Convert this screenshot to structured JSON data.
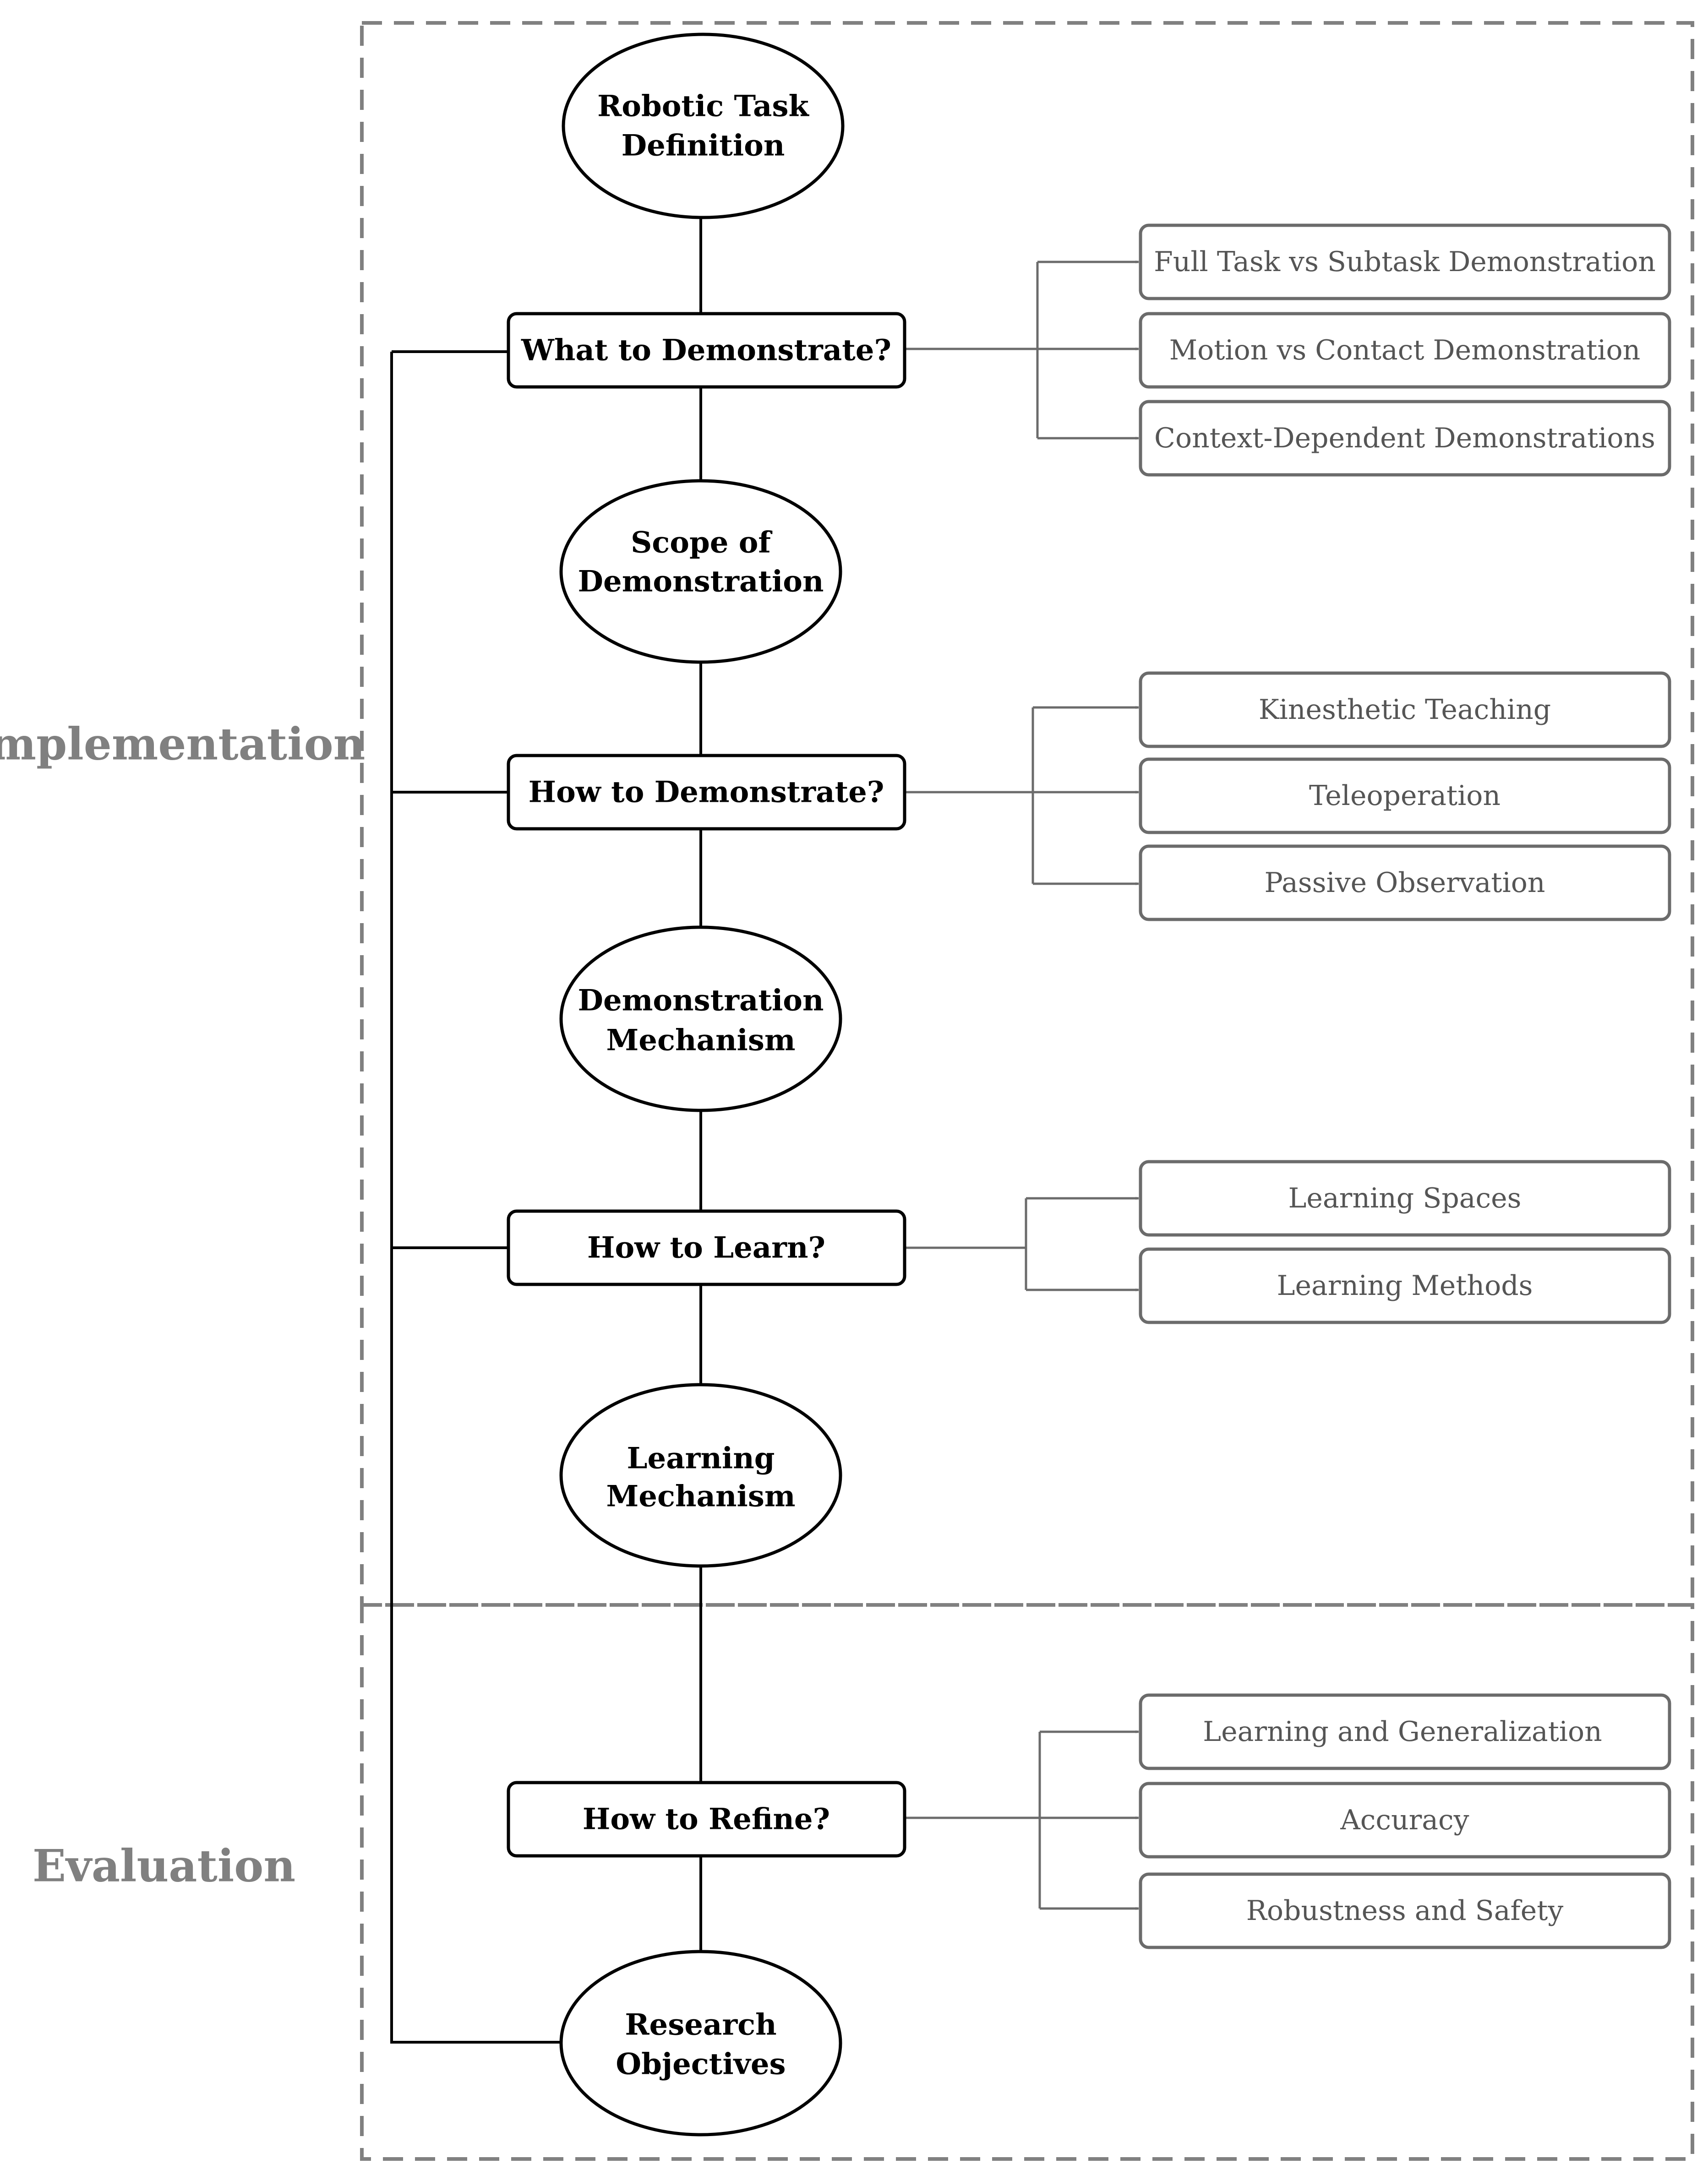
{
  "sections": {
    "implementation": "Implementation",
    "evaluation": "Evaluation"
  },
  "nodes": {
    "task_definition": [
      "Robotic Task",
      "Definition"
    ],
    "what_to_demonstrate": [
      "What to Demonstrate?"
    ],
    "scope_of_demonstration": [
      "Scope of",
      "Demonstration"
    ],
    "how_to_demonstrate": [
      "How to Demonstrate?"
    ],
    "demonstration_mechanism": [
      "Demonstration",
      "Mechanism"
    ],
    "how_to_learn": [
      "How to Learn?"
    ],
    "learning_mechanism": [
      "Learning",
      "Mechanism"
    ],
    "how_to_refine": [
      "How to Refine?"
    ],
    "research_objectives": [
      "Research",
      "Objectives"
    ]
  },
  "branches": {
    "what_to_demonstrate": [
      "Full Task vs Subtask Demonstration",
      "Motion vs Contact Demonstration",
      "Context-Dependent Demonstrations"
    ],
    "how_to_demonstrate": [
      "Kinesthetic Teaching",
      "Teleoperation",
      "Passive Observation"
    ],
    "how_to_learn": [
      "Learning Spaces",
      "Learning Methods"
    ],
    "how_to_refine": [
      "Learning and Generalization",
      "Accuracy",
      "Robustness and Safety"
    ]
  },
  "colors": {
    "main": "#000000",
    "sub": "#6b6b6b",
    "section": "#808080"
  }
}
